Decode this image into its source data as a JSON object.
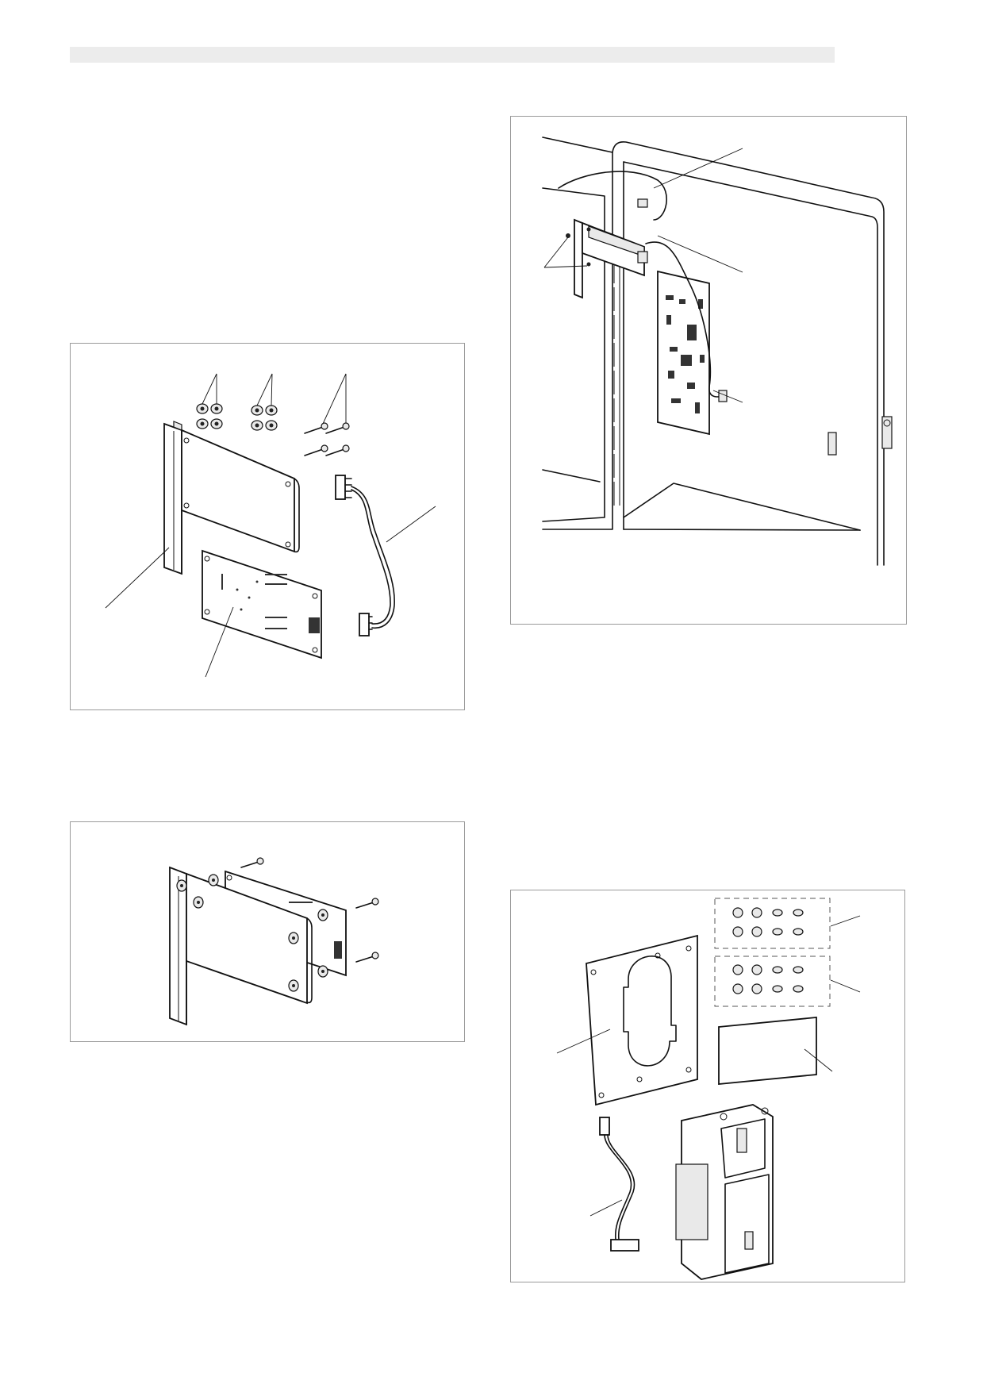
{
  "page": {
    "header_bar": ""
  },
  "figures": [
    {
      "id": "fig1",
      "subject": "board-and-bracket-exploded-kit"
    },
    {
      "id": "fig2",
      "subject": "board-and-bracket-assembled"
    },
    {
      "id": "fig3",
      "subject": "board-installed-in-cabinet-door"
    },
    {
      "id": "fig4",
      "subject": "coin-mech-kit-contents"
    }
  ],
  "colors": {
    "frame": "#9a9a9a",
    "header_bar": "#ececec",
    "line": "#111111"
  }
}
